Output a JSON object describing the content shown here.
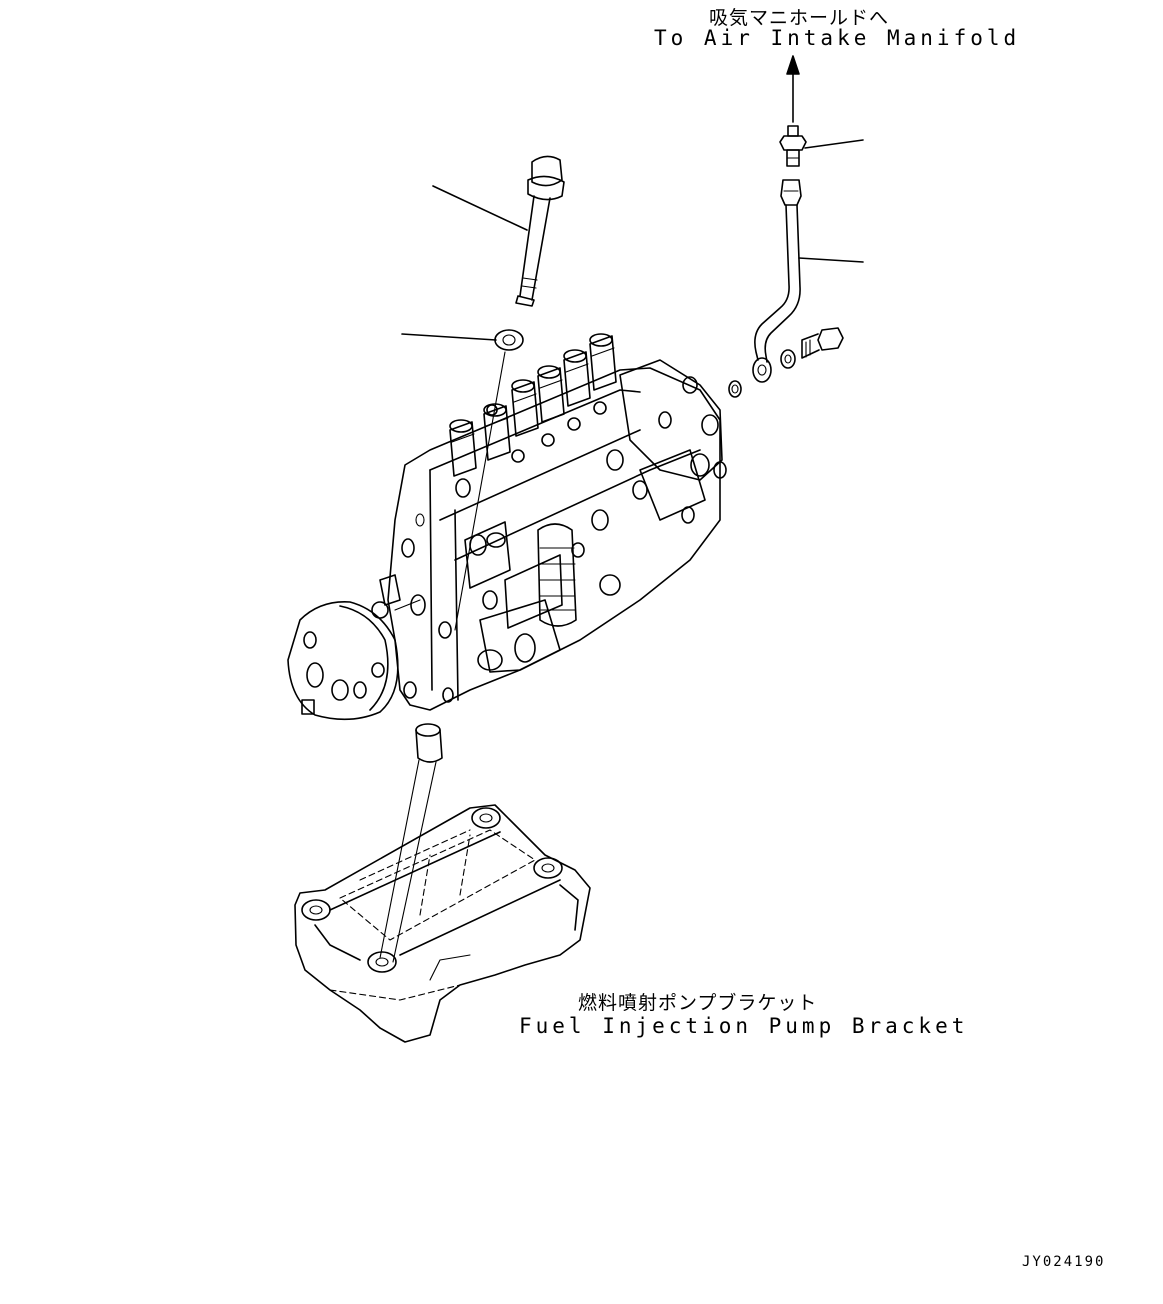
{
  "labels": {
    "air_intake_jp": "吸気マニホールドへ",
    "air_intake_en": "To Air Intake Manifold",
    "bracket_jp": "燃料噴射ポンプブラケット",
    "bracket_en": "Fuel Injection Pump Bracket",
    "drawing_code": "JY024190"
  },
  "colors": {
    "line": "#000000",
    "background": "#ffffff"
  }
}
